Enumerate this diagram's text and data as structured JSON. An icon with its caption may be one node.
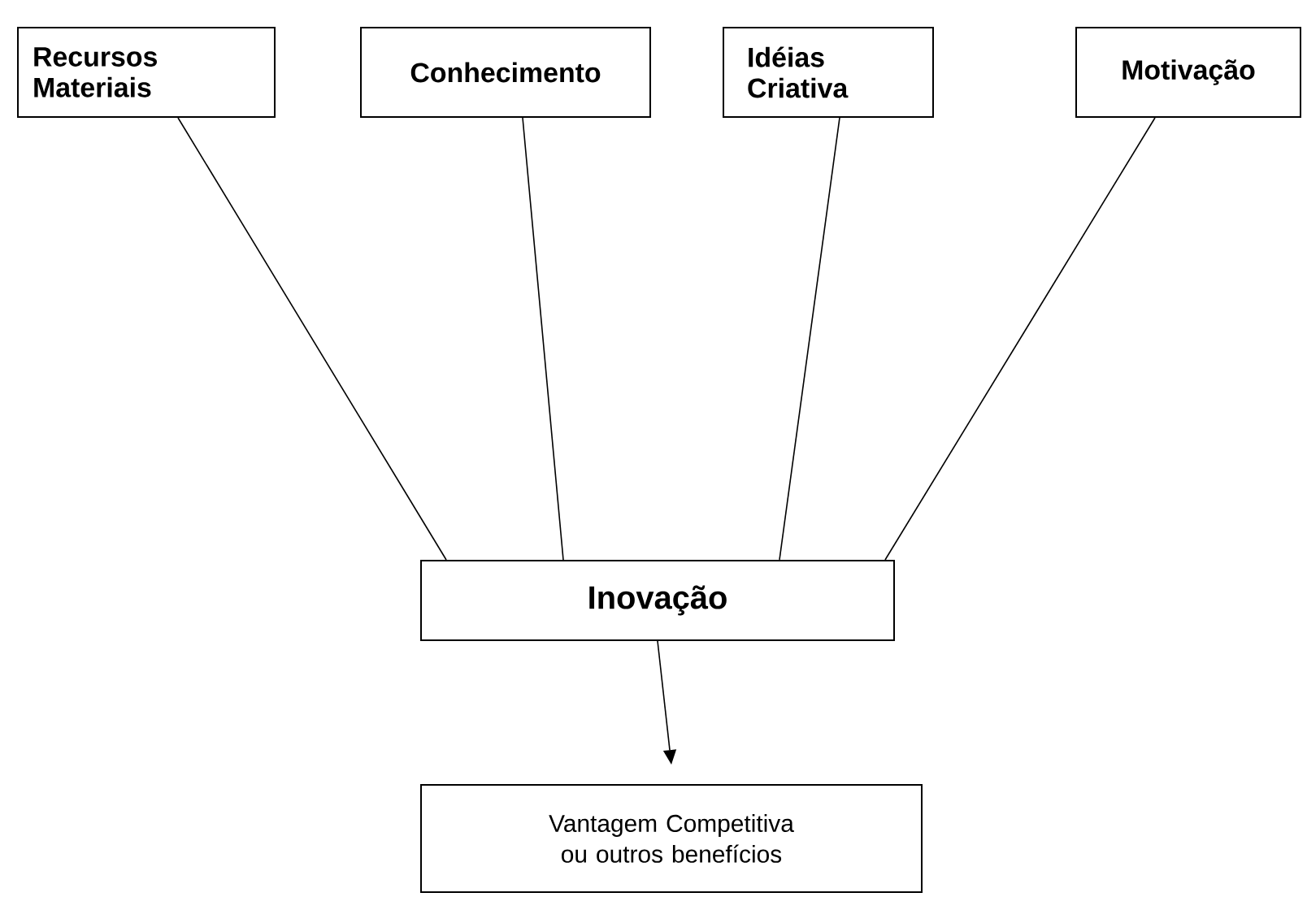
{
  "diagram": {
    "nodes": [
      {
        "text": [
          "Recursos Materiais"
        ]
      },
      {
        "text": [
          "Conhecimento"
        ]
      },
      {
        "text": [
          "Idéias Criativa"
        ]
      },
      {
        "text": [
          "Motivação"
        ]
      },
      {
        "text": [
          "Inovação"
        ]
      },
      {
        "text": [
          "Vantagem Competitiva ou outros benefícios"
        ]
      }
    ],
    "edges": [
      {
        "from": 0,
        "to": 4,
        "arrow": "none"
      },
      {
        "from": 1,
        "to": 4,
        "arrow": "none"
      },
      {
        "from": 2,
        "to": 4,
        "arrow": "none"
      },
      {
        "from": 3,
        "to": 4,
        "arrow": "none"
      },
      {
        "from": 4,
        "to": 5,
        "arrow": "to"
      }
    ]
  }
}
